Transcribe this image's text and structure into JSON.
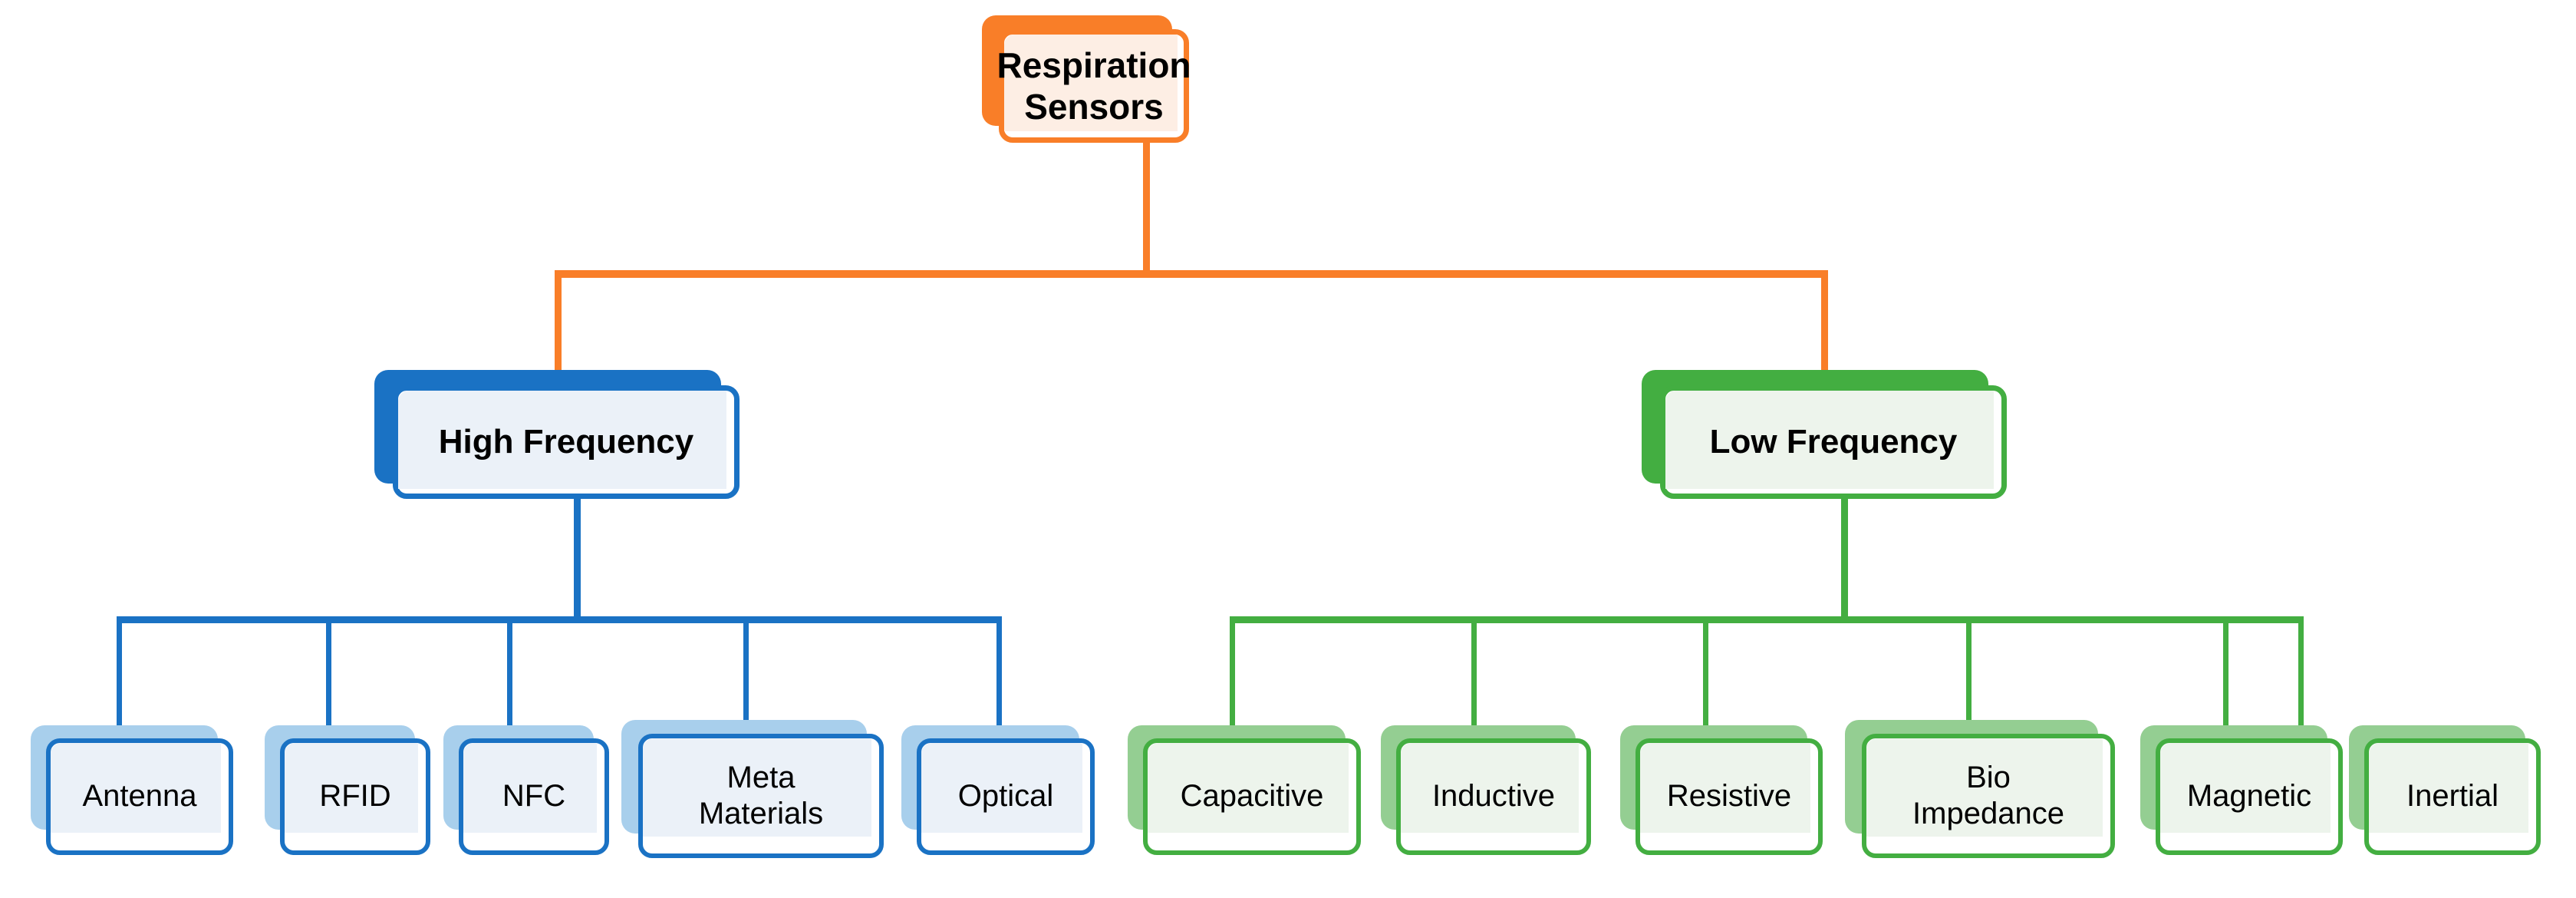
{
  "diagram": {
    "type": "hierarchy-tree",
    "title": "Respiration Sensors taxonomy",
    "levels": 3,
    "colors": {
      "root_accent": "#F97E28",
      "root_tint": "#FDEEE4",
      "high_frequency_accent": "#1A72C4",
      "high_frequency_tint": "#EBF1F8",
      "high_frequency_leaf_shadow": "#A8CFEC",
      "low_frequency_accent": "#43AE41",
      "low_frequency_tint": "#EDF4EC",
      "low_frequency_leaf_shadow": "#94CE92",
      "text": "#000000",
      "card_background": "#FFFFFF"
    }
  },
  "root": {
    "id": "respiration-sensors",
    "label": "Respiration\nSensors",
    "accent": "#F97E28"
  },
  "branches": [
    {
      "id": "high-frequency",
      "label": "High Frequency",
      "accent": "#1A72C4",
      "leaves": [
        {
          "id": "antenna",
          "label": "Antenna"
        },
        {
          "id": "rfid",
          "label": "RFID"
        },
        {
          "id": "nfc",
          "label": "NFC"
        },
        {
          "id": "meta-materials",
          "label": "Meta\nMaterials"
        },
        {
          "id": "optical",
          "label": "Optical"
        }
      ]
    },
    {
      "id": "low-frequency",
      "label": "Low Frequency",
      "accent": "#43AE41",
      "leaves": [
        {
          "id": "capacitive",
          "label": "Capacitive"
        },
        {
          "id": "inductive",
          "label": "Inductive"
        },
        {
          "id": "resistive",
          "label": "Resistive"
        },
        {
          "id": "bio-impedance",
          "label": "Bio\nImpedance"
        },
        {
          "id": "magnetic",
          "label": "Magnetic"
        },
        {
          "id": "inertial",
          "label": "Inertial"
        }
      ]
    }
  ]
}
